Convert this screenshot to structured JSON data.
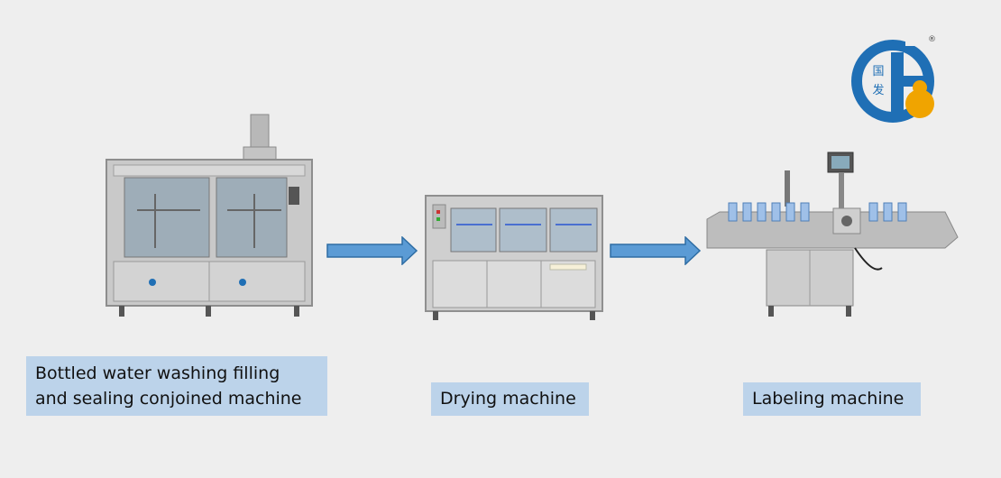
{
  "logo": {
    "characters": "国发",
    "registered_mark": "®",
    "colors": {
      "blue": "#1f6fb5",
      "orange": "#f0a400"
    }
  },
  "stages": [
    {
      "label_line1": "Bottled water washing filling",
      "label_line2": "and sealing conjoined machine"
    },
    {
      "label": "Drying machine"
    },
    {
      "label": "Labeling machine"
    }
  ],
  "colors": {
    "label_bg": "#bcd3ea",
    "arrow_fill": "#5b9bd5",
    "arrow_stroke": "#2e6da4",
    "background": "#eeeeee"
  }
}
